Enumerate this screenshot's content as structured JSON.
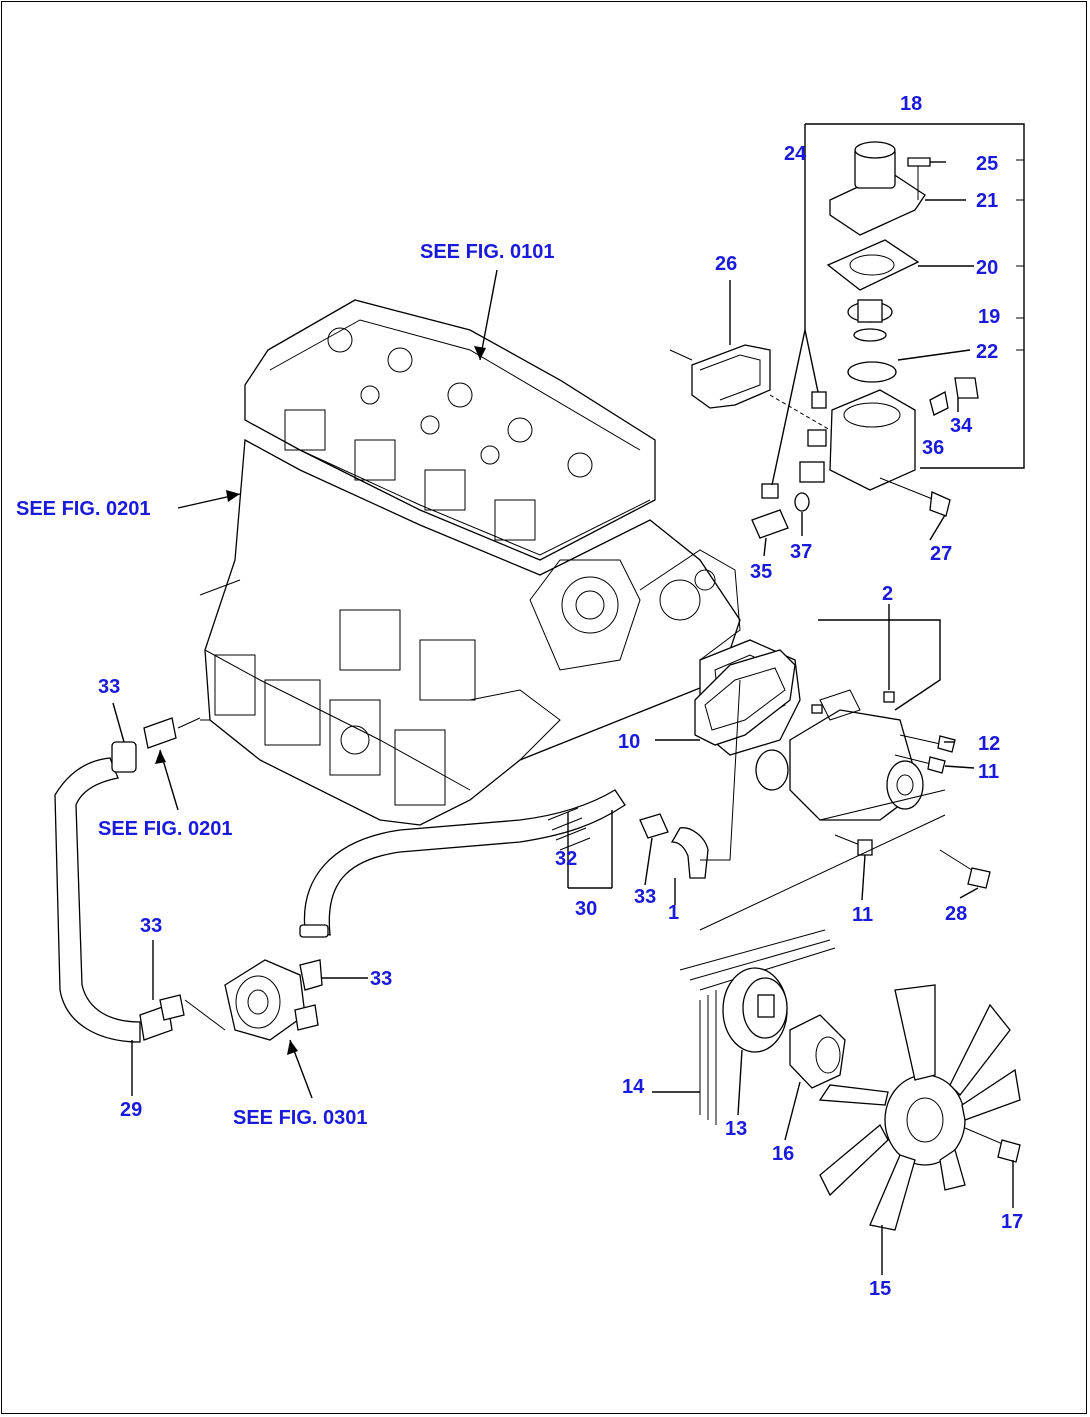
{
  "figure_refs": {
    "head": "SEE FIG. 0101",
    "block_left": "SEE FIG. 0201",
    "block_lower": "SEE FIG. 0201",
    "oil_cooler": "SEE FIG. 0301"
  },
  "callouts": {
    "c1": "1",
    "c2": "2",
    "c10": "10",
    "c11a": "11",
    "c11b": "11",
    "c12": "12",
    "c13": "13",
    "c14": "14",
    "c15": "15",
    "c16": "16",
    "c17": "17",
    "c18": "18",
    "c19": "19",
    "c20": "20",
    "c21": "21",
    "c22": "22",
    "c24": "24",
    "c25": "25",
    "c26": "26",
    "c27": "27",
    "c28": "28",
    "c29": "29",
    "c30": "30",
    "c32": "32",
    "c33a": "33",
    "c33b": "33",
    "c33c": "33",
    "c33d": "33",
    "c34": "34",
    "c35": "35",
    "c36": "36",
    "c37": "37"
  },
  "colors": {
    "callout": "#1a1adc",
    "line": "#000000",
    "background": "#ffffff"
  }
}
